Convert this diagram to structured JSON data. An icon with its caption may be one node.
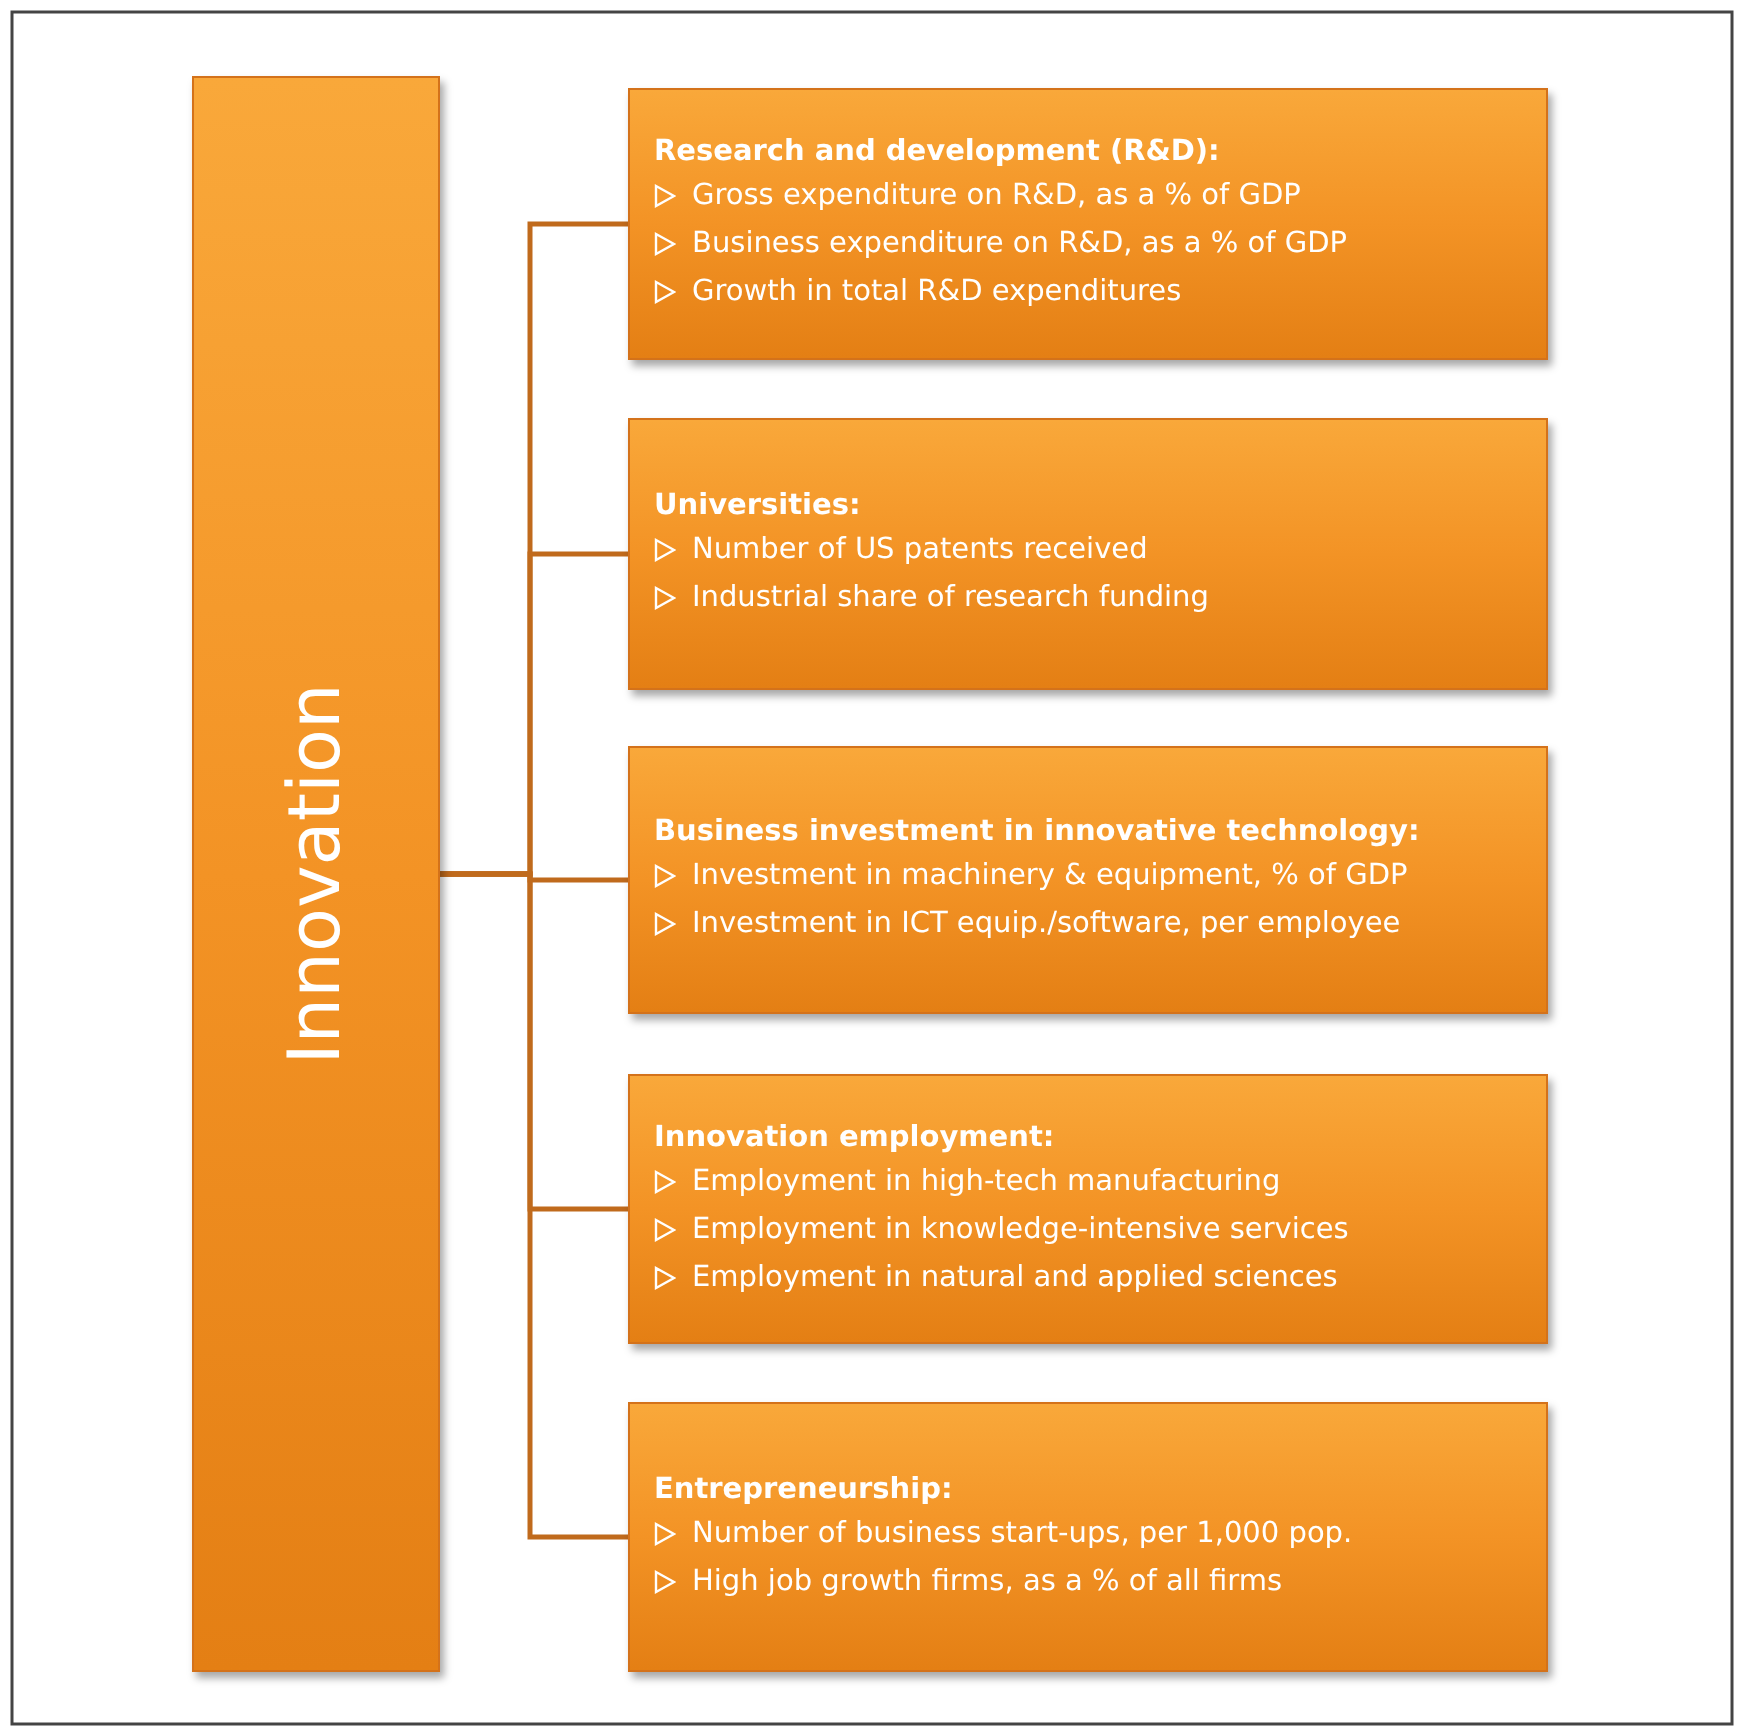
{
  "diagram": {
    "nodes": [
      {
        "text": [
          "Innovation"
        ]
      },
      {
        "text": [
          "Research and development (R&D):",
          "Gross expenditure on R&D, as a % of GDP",
          "Business expenditure on R&D, as a % of GDP",
          "Growth in total R&D expenditures"
        ]
      },
      {
        "text": [
          "Universities:",
          "Number of US patents received",
          "Industrial share of research funding"
        ]
      },
      {
        "text": [
          "Business investment in innovative technology:",
          "Investment in machinery & equipment, % of GDP",
          "Investment in ICT equip./software, per employee"
        ]
      },
      {
        "text": [
          "Innovation employment:",
          "Employment in high-tech manufacturing",
          "Employment in knowledge-intensive services",
          "Employment in natural and applied sciences"
        ]
      },
      {
        "text": [
          "Entrepreneurship:",
          "Number of business start-ups, per 1,000 pop.",
          "High job growth firms, as a % of all firms"
        ]
      }
    ],
    "edges": [
      {
        "from": 0,
        "to": 1,
        "arrow": "none"
      },
      {
        "from": 0,
        "to": 2,
        "arrow": "none"
      },
      {
        "from": 0,
        "to": 3,
        "arrow": "none"
      },
      {
        "from": 0,
        "to": 4,
        "arrow": "none"
      },
      {
        "from": 0,
        "to": 5,
        "arrow": "none"
      }
    ]
  }
}
